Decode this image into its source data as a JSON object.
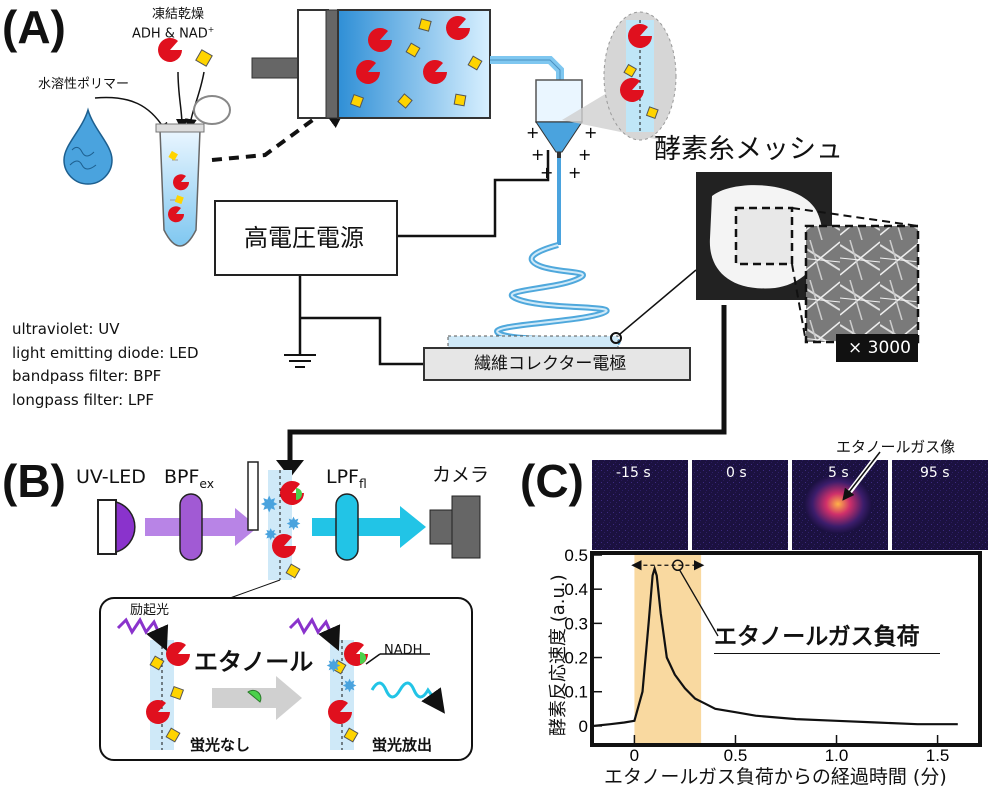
{
  "panels": {
    "a": "(A)",
    "b": "(B)",
    "c": "(C)"
  },
  "panelA": {
    "freeze_dried_label": "凍結乾燥",
    "enzyme_label": "ADH & NAD",
    "enzyme_sup": "+",
    "polymer_label": "水溶性ポリマー",
    "power_supply": "高電圧電源",
    "collector": "繊維コレクター電極",
    "mesh_title": "酵素糸メッシュ",
    "magnification": "× 3000",
    "abbreviations": [
      "ultraviolet: UV",
      "light emitting diode: LED",
      "bandpass filter: BPF",
      "longpass filter: LPF"
    ]
  },
  "panelB": {
    "uv_led": "UV-LED",
    "bpf_main": "BPF",
    "bpf_sub": "ex",
    "lpf_main": "LPF",
    "lpf_sub": "fl",
    "camera": "カメラ",
    "excitation": "励起光",
    "ethanol": "エタノール",
    "nadh": "NADH",
    "no_fluorescence": "蛍光なし",
    "fluorescence": "蛍光放出"
  },
  "panelC": {
    "image_title": "エタノールガス像",
    "frames": [
      "-15 s",
      "0 s",
      "5 s",
      "95 s"
    ],
    "load_label": "エタノールガス負荷"
  },
  "chart_data": {
    "type": "line",
    "title": "",
    "xlabel": "エタノールガス負荷からの経過時間 (分)",
    "ylabel": "酵素反応速度 (a.u.)",
    "xlim": [
      -0.2,
      1.7
    ],
    "ylim": [
      -0.05,
      0.5
    ],
    "xticks": [
      "0",
      "0.5",
      "1.0",
      "1.5"
    ],
    "yticks": [
      "0",
      "0.1",
      "0.2",
      "0.3",
      "0.4",
      "0.5"
    ],
    "highlight_range": [
      0,
      0.33
    ],
    "highlight_color": "#f9d9a0",
    "series": [
      {
        "x": [
          -0.2,
          -0.12,
          -0.05,
          0.0,
          0.04,
          0.07,
          0.09,
          0.1,
          0.11,
          0.13,
          0.16,
          0.2,
          0.25,
          0.3,
          0.35,
          0.4,
          0.5,
          0.6,
          0.8,
          1.0,
          1.2,
          1.4,
          1.6
        ],
        "values": [
          0.0,
          0.005,
          0.01,
          0.015,
          0.1,
          0.3,
          0.44,
          0.46,
          0.44,
          0.33,
          0.2,
          0.15,
          0.11,
          0.08,
          0.065,
          0.05,
          0.04,
          0.03,
          0.02,
          0.015,
          0.01,
          0.005,
          0.005
        ]
      }
    ]
  },
  "colors": {
    "enzyme": "#e0101e",
    "cofactor": "#ffd400",
    "uv": "#8a33cc",
    "fluor": "#22c4e6",
    "fiber_blue": "#4fa8dc",
    "highlight": "#f9d9a0"
  }
}
